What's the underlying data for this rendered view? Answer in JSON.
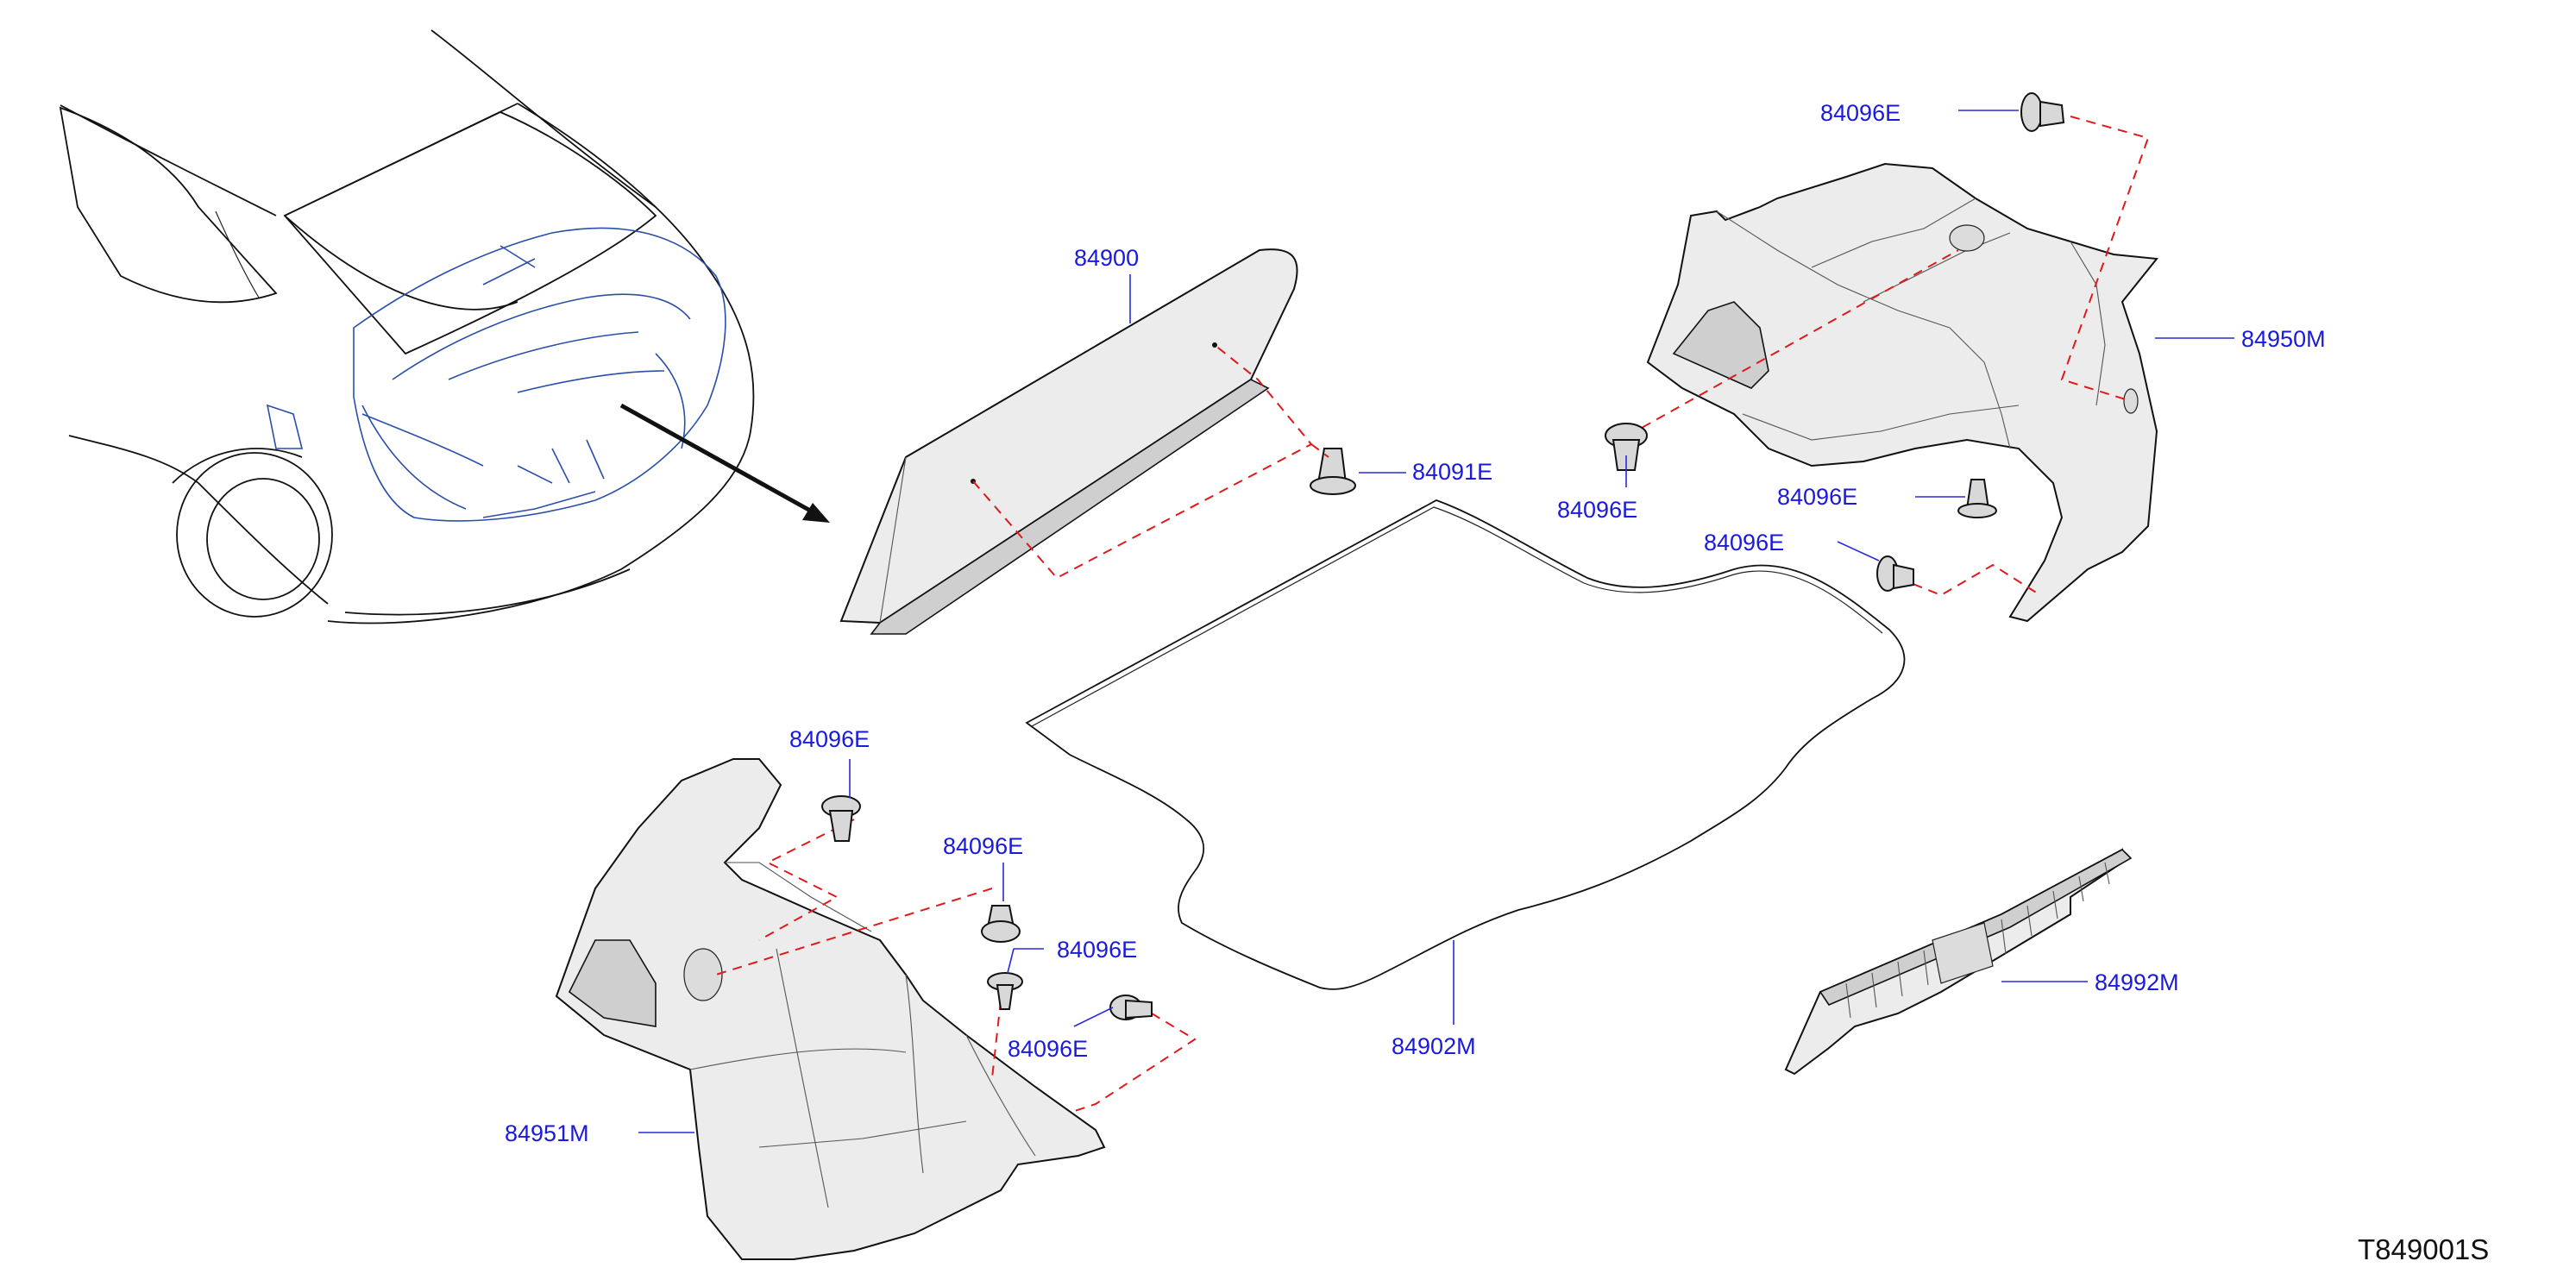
{
  "diagram": {
    "drawing_id": "T849001S",
    "callouts": [
      {
        "id": "parcel-shelf",
        "text": "84900"
      },
      {
        "id": "clip-84091e",
        "text": "84091E"
      },
      {
        "id": "clip-top-right",
        "text": "84096E"
      },
      {
        "id": "rh-side-trim",
        "text": "84950M"
      },
      {
        "id": "clip-right-a",
        "text": "84096E"
      },
      {
        "id": "clip-right-b",
        "text": "84096E"
      },
      {
        "id": "clip-right-c",
        "text": "84096E"
      },
      {
        "id": "clip-left-a",
        "text": "84096E"
      },
      {
        "id": "clip-left-b",
        "text": "84096E"
      },
      {
        "id": "clip-left-c",
        "text": "84096E"
      },
      {
        "id": "clip-left-d",
        "text": "84096E"
      },
      {
        "id": "floor-mat",
        "text": "84902M"
      },
      {
        "id": "lh-side-trim",
        "text": "84951M"
      },
      {
        "id": "rear-plate",
        "text": "84992M"
      }
    ]
  }
}
